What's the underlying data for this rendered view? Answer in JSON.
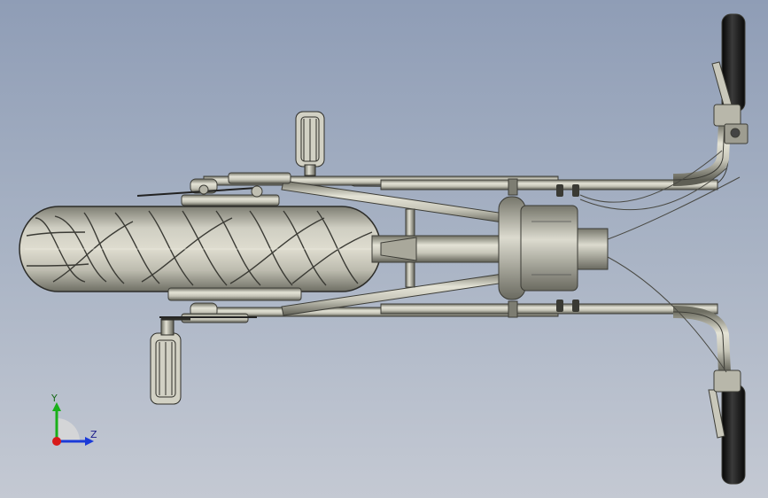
{
  "app": {
    "view": "cad-model-top-view"
  },
  "triad": {
    "y_label": "Y",
    "z_label": "Z"
  },
  "colors": {
    "background_top": "#8f9db6",
    "background_bottom": "#c4c9d3",
    "metal": "#c8c7ba",
    "metal_dark": "#8a8a7c",
    "tire": "#bdbcaf",
    "grip": "#1b1b1b",
    "axis_y": "#1ab01a",
    "axis_z": "#1a3ad8",
    "axis_x": "#d81a1a"
  },
  "icons": [
    "coordinate-triad-icon"
  ]
}
